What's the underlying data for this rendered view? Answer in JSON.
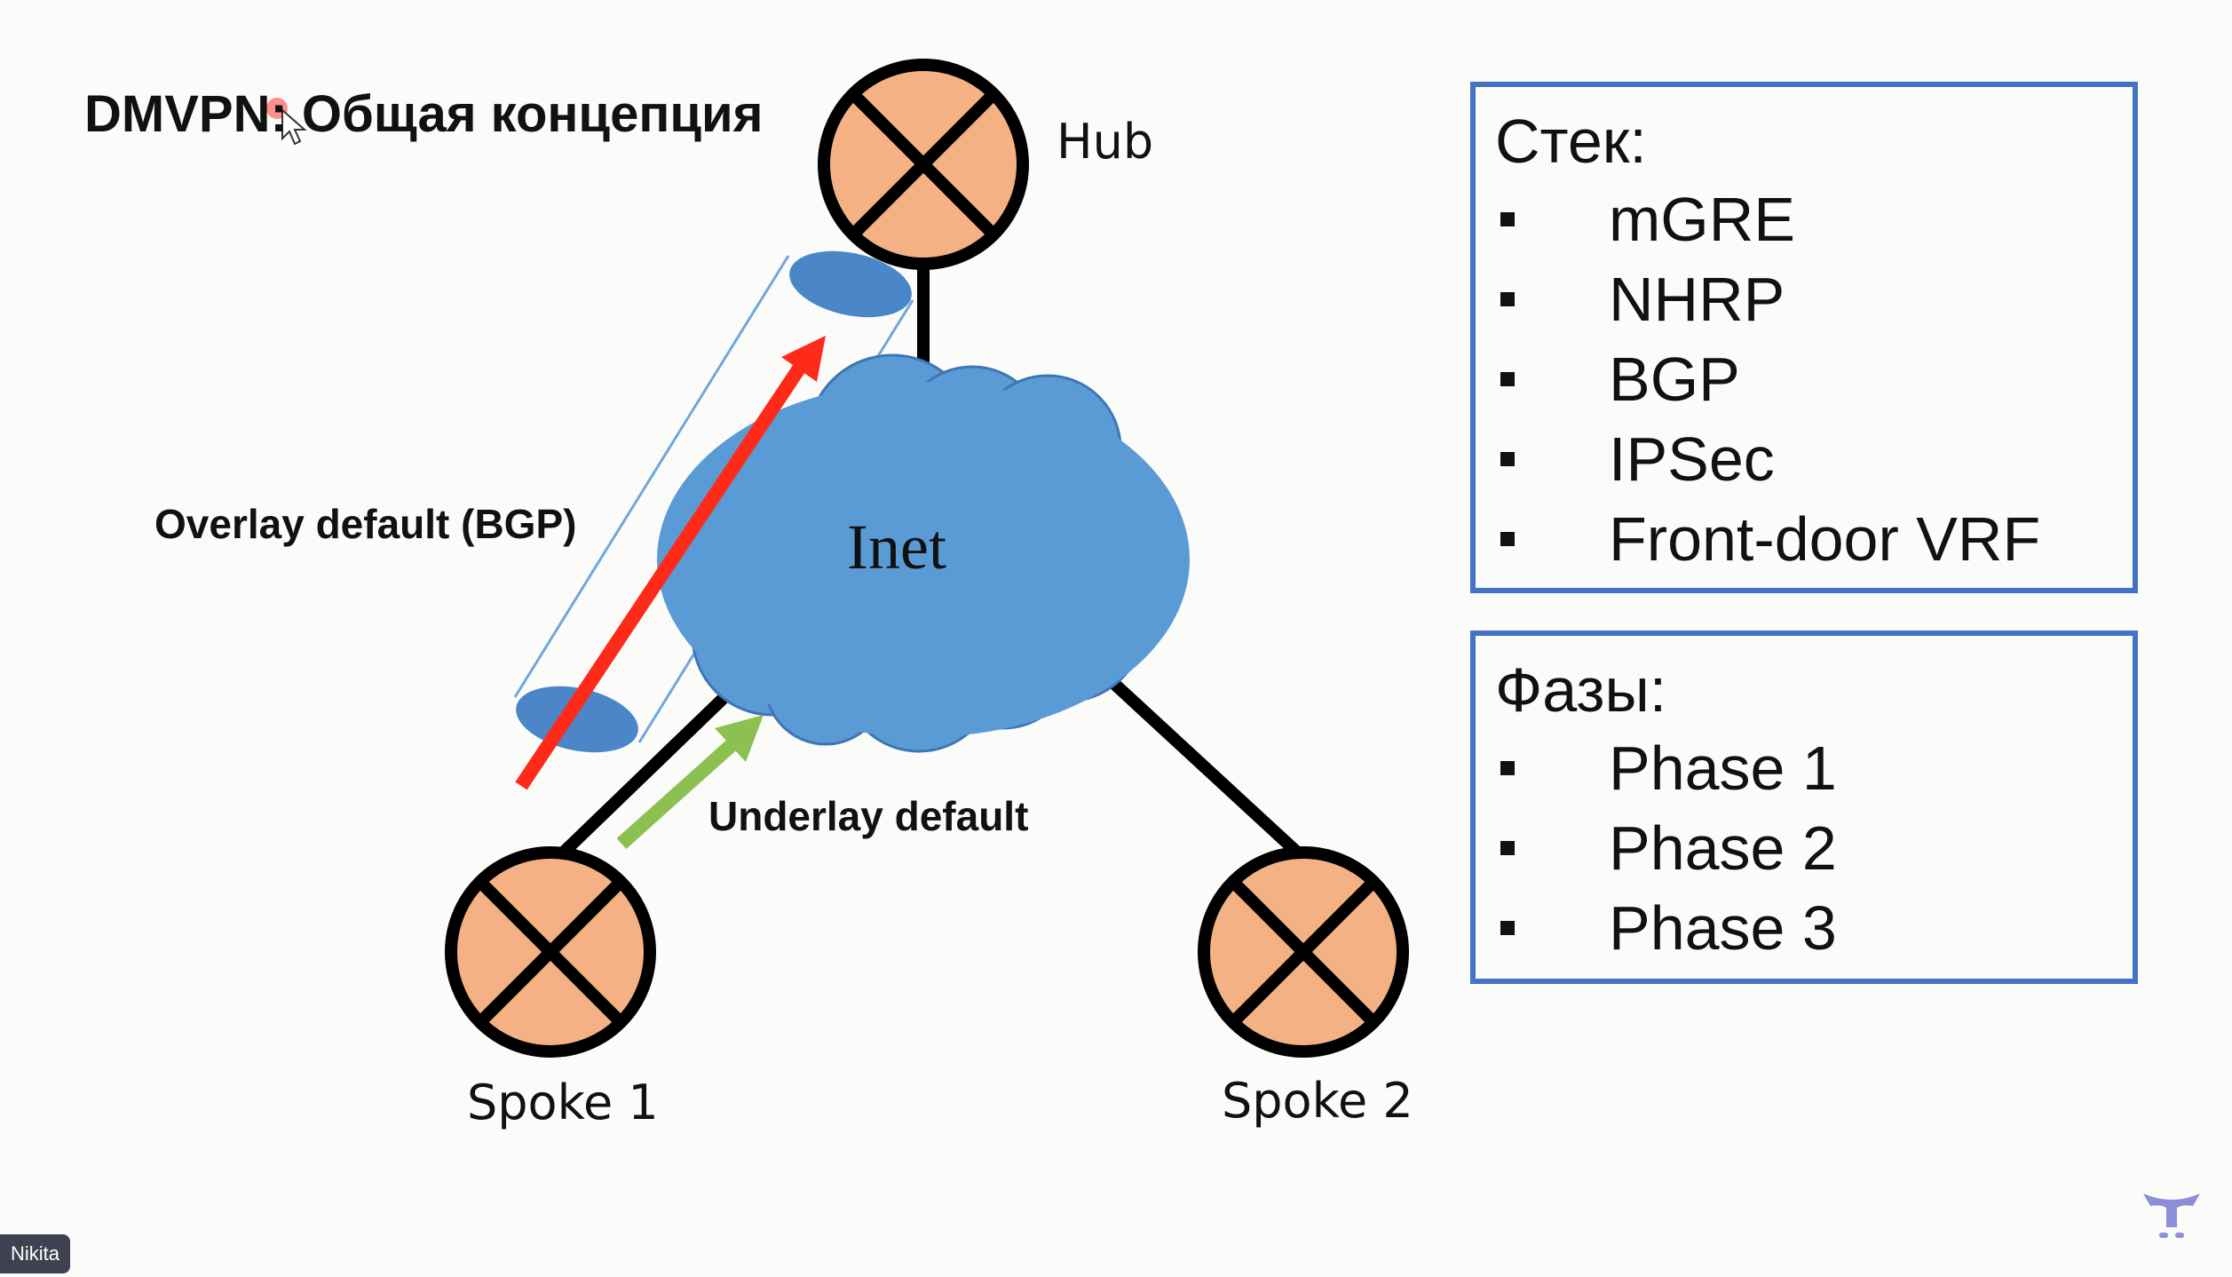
{
  "title": "DMVPN: Общая концепция",
  "diagram": {
    "hub_label": "Hub",
    "cloud_label": "Inet",
    "spoke1_label": "Spoke 1",
    "spoke2_label": "Spoke 2",
    "overlay_label": "Overlay default (BGP)",
    "underlay_label": "Underlay default"
  },
  "stack_box": {
    "title": "Стек:",
    "items": [
      "mGRE",
      "NHRP",
      "BGP",
      "IPSec",
      "Front-door VRF"
    ]
  },
  "phases_box": {
    "title": "Фазы:",
    "items": [
      "Phase 1",
      "Phase 2",
      "Phase 3"
    ]
  },
  "presenter": "Nikita",
  "colors": {
    "router_fill": "#f4b183",
    "cloud_fill": "#5b9bd5",
    "overlay_arrow": "#ff2a1a",
    "underlay_arrow": "#8cc152",
    "box_border": "#4472c4"
  }
}
